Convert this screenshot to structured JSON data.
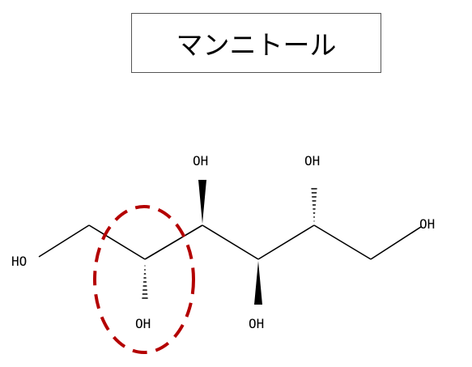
{
  "title": "マンニトール",
  "atoms": {
    "oh_left": "HO",
    "oh_c2": "OH",
    "oh_c3": "OH",
    "oh_c4": "OH",
    "oh_c5": "OH",
    "oh_right": "OH"
  },
  "colors": {
    "bond": "#000000",
    "highlight": "#b40000",
    "border": "#555555"
  }
}
